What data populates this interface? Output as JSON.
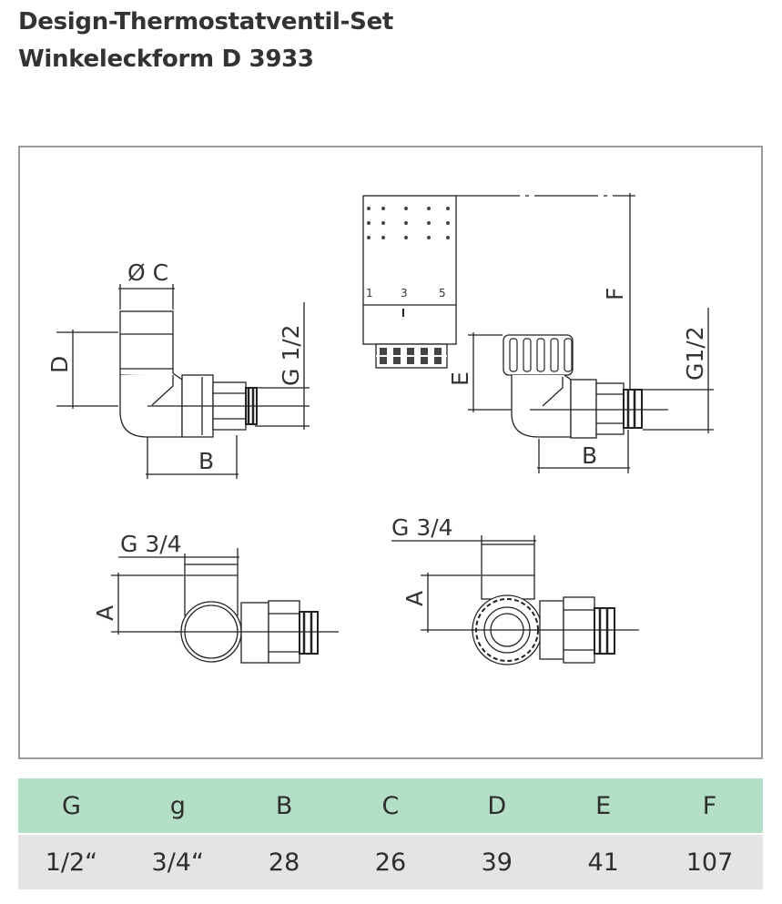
{
  "title": {
    "line1": "Design-Thermostatventil-Set",
    "line2": "Winkeleckform D 3933"
  },
  "drawing": {
    "labels": {
      "diam_c": "Ø C",
      "d": "D",
      "b": "B",
      "g12_left": "G 1/2",
      "g12_right": "G1/2",
      "e": "E",
      "f": "F",
      "g34_left": "G 3/4",
      "g34_right": "G 3/4",
      "a": "A",
      "thermo_scale": [
        "1",
        "3",
        "5"
      ]
    }
  },
  "table": {
    "headers": [
      "G",
      "g",
      "B",
      "C",
      "D",
      "E",
      "F"
    ],
    "values": [
      "1/2“",
      "3/4“",
      "28",
      "26",
      "39",
      "41",
      "107"
    ]
  }
}
